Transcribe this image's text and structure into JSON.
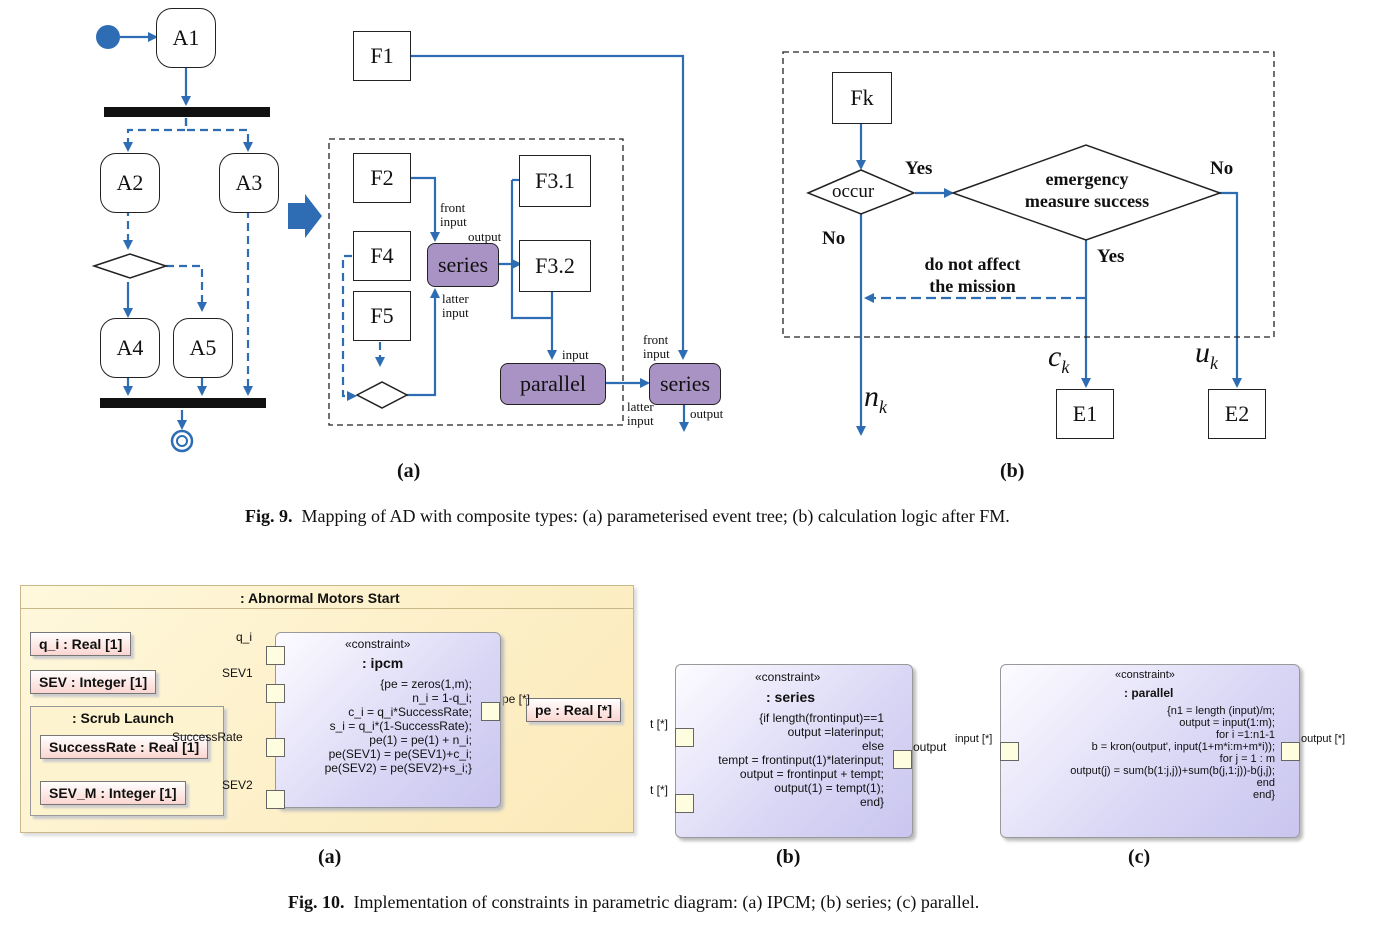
{
  "fig9": {
    "a": {
      "nodes": {
        "a1": "A1",
        "a2": "A2",
        "a3": "A3",
        "a4": "A4",
        "a5": "A5"
      },
      "functions": {
        "f1": "F1",
        "f2": "F2",
        "f3_1": "F3.1",
        "f3_2": "F3.2",
        "f4": "F4",
        "f5": "F5"
      },
      "series1": "series",
      "series2": "series",
      "parallel": "parallel",
      "labels": {
        "front_input_1": "front\ninput",
        "output_1": "output",
        "latter_input_1": "latter\ninput",
        "input_par": "input",
        "front_input_2": "front\ninput",
        "latter_input_2": "latter\ninput",
        "output_2": "output"
      },
      "sublabel": "(a)"
    },
    "b": {
      "fk": "Fk",
      "occur": "occur",
      "emergency": "emergency\nmeasure success",
      "yes1": "Yes",
      "no1": "No",
      "no2": "No",
      "yes2": "Yes",
      "notaffect": "do not affect\nthe mission",
      "ck": "c",
      "ck_sub": "k",
      "uk": "u",
      "uk_sub": "k",
      "nk": "n",
      "nk_sub": "k",
      "e1": "E1",
      "e2": "E2",
      "sublabel": "(b)"
    },
    "caption_bold": "Fig. 9.",
    "caption": "Mapping of AD with composite types: (a) parameterised event tree; (b) calculation logic after FM."
  },
  "fig10": {
    "a": {
      "title": ": Abnormal Motors Start",
      "q_i": "q_i : Real [1]",
      "sev": "SEV : Integer [1]",
      "scrub": ": Scrub Launch",
      "success": "SuccessRate : Real [1]",
      "sev_m": "SEV_M : Integer [1]",
      "pe_out": "pe : Real [*]",
      "port_labels": {
        "qi": "q_i",
        "sev1": "SEV1",
        "sr": "SuccessRate",
        "sev2": "SEV2",
        "pe": "pe [*]"
      },
      "stereo": "«constraint»",
      "name": ": ipcm",
      "code": [
        "{pe = zeros(1,m);",
        "n_i = 1-q_i;",
        "c_i = q_i*SuccessRate;",
        "s_i = q_i*(1-SuccessRate);",
        "pe(1) = pe(1) + n_i;",
        "pe(SEV1) = pe(SEV1)+c_i;",
        "pe(SEV2) = pe(SEV2)+s_i;}"
      ],
      "sublabel": "(a)"
    },
    "b": {
      "stereo": "«constraint»",
      "name": ": series",
      "code": [
        "{if length(frontinput)==1",
        "output =laterinput;",
        "else",
        "tempt = frontinput(1)*laterinput;",
        "output = frontinput + tempt;",
        "output(1) = tempt(1);",
        "end}"
      ],
      "port_in1": "t [*]",
      "port_in2": "t [*]",
      "port_out": "output",
      "sublabel": "(b)"
    },
    "c": {
      "stereo": "«constraint»",
      "name": ": parallel",
      "code": [
        "{n1 = length (input)/m;",
        "output = input(1:m);",
        "for i =1:n1-1",
        "b = kron(output', input(1+m*i:m+m*i));",
        "for j = 1 : m",
        "output(j) = sum(b(1:j,j))+sum(b(j,1:j))-b(j,j);",
        "end",
        "end}"
      ],
      "port_in": "input [*]",
      "port_out": "output [*]",
      "sublabel": "(c)"
    },
    "caption_bold": "Fig. 10.",
    "caption": "Implementation of constraints in parametric diagram: (a) IPCM; (b) series; (c) parallel."
  },
  "colors": {
    "arrow": "#2e6db3",
    "purple": "#a993c4",
    "port": "#fffde0",
    "frame": "#fbeec2"
  }
}
